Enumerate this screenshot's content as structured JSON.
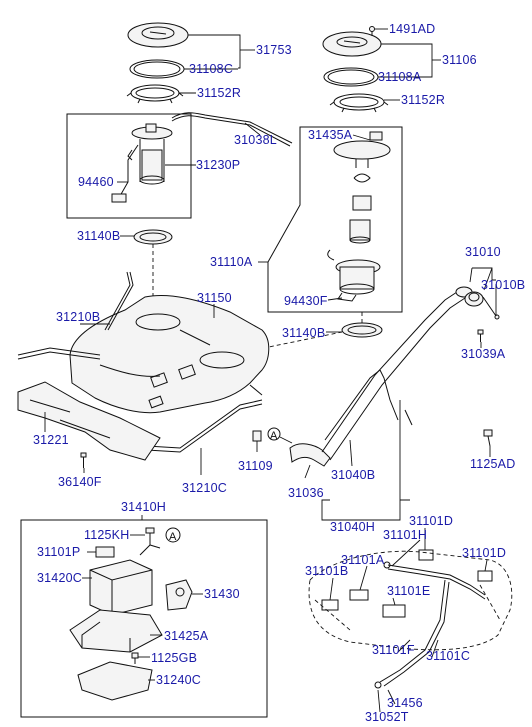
{
  "labels": {
    "p31753": "31753",
    "p31108C": "31108C",
    "p31152R_left": "31152R",
    "p31038L": "31038L",
    "p94460": "94460",
    "p31230P": "31230P",
    "p1491AD": "1491AD",
    "p31106": "31106",
    "p31108A": "31108A",
    "p31152R_right": "31152R",
    "p31435A": "31435A",
    "p31110A": "31110A",
    "p94430F": "94430F",
    "p31140B_left": "31140B",
    "p31140B_right": "31140B",
    "p31010": "31010",
    "p31010B": "31010B",
    "p31039A": "31039A",
    "p31210B": "31210B",
    "p31150": "31150",
    "p31221": "31221",
    "p36140F": "36140F",
    "p31109": "31109",
    "p31210C": "31210C",
    "p31036": "31036",
    "p31040B": "31040B",
    "p31040H": "31040H",
    "p1125AD": "1125AD",
    "p31410H": "31410H",
    "p1125KH": "1125KH",
    "p31101P": "31101P",
    "p31420C": "31420C",
    "p31430": "31430",
    "p31425A": "31425A",
    "p1125GB": "1125GB",
    "p31240C": "31240C",
    "p31101D_top": "31101D",
    "p31101H": "31101H",
    "p31101D_right": "31101D",
    "p31101A": "31101A",
    "p31101B": "31101B",
    "p31101E": "31101E",
    "p31101F": "31101F",
    "p31101C": "31101C",
    "p31456": "31456",
    "p31052T": "31052T"
  },
  "callouts": {
    "a1": "A",
    "a2": "A"
  }
}
